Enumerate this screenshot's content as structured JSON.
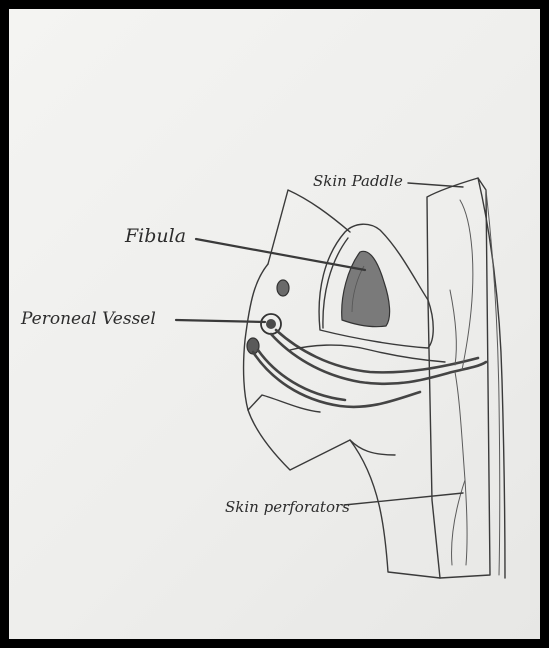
{
  "labels": {
    "skin_paddle": "Skin Paddle",
    "fibula": "Fibula",
    "peroneal_vessel": "Peroneal Vessel",
    "skin_perforators": "Skin perforators"
  },
  "colors": {
    "paper": "#eeeeec",
    "frame": "#000000",
    "pencil": "#3a3a3a",
    "bone_fill": "#7a7a7a"
  }
}
